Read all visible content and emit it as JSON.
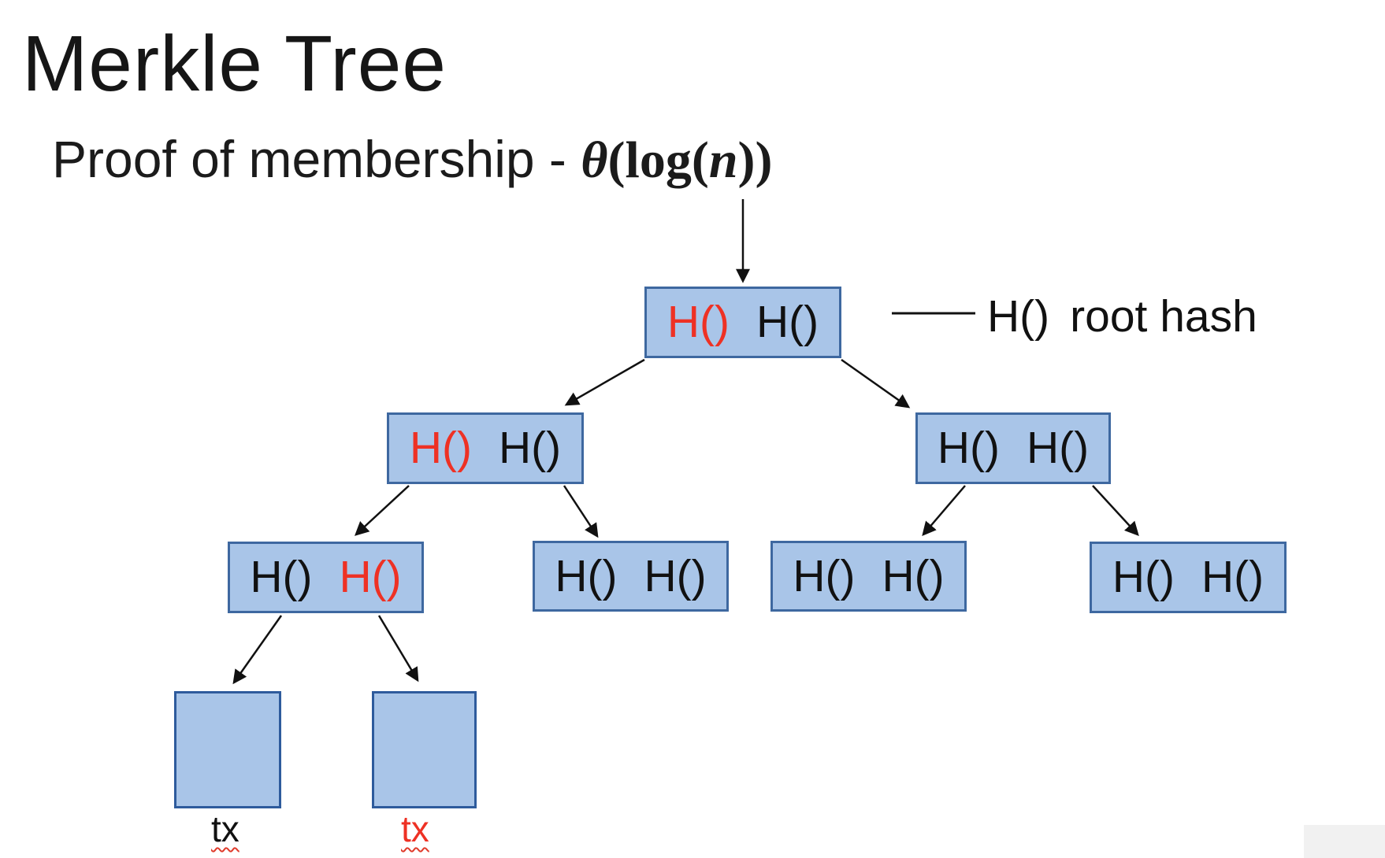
{
  "page": {
    "title": "Merkle Tree"
  },
  "subtitle": {
    "prefix": "Proof of membership  - ",
    "formula": {
      "theta": "θ",
      "mid": "(log(",
      "n": "n",
      "end": "))"
    }
  },
  "legend": {
    "hash_label": "H()",
    "text": "root hash"
  },
  "colors": {
    "node_fill": "#a9c5e8",
    "node_border": "#3e68a0",
    "leaf_border": "#2e5b9c",
    "highlight_red": "#ee3124",
    "text_black": "#111111",
    "background": "#ffffff"
  },
  "nodes": {
    "root": {
      "left": "H()",
      "right": "H()",
      "left_class": "htext red",
      "right_class": "htext black"
    },
    "l2_left": {
      "left": "H()",
      "right": "H()",
      "left_class": "htext red",
      "right_class": "htext black"
    },
    "l2_right": {
      "left": "H()",
      "right": "H()",
      "left_class": "htext black",
      "right_class": "htext black"
    },
    "l3_1": {
      "left": "H()",
      "right": "H()",
      "left_class": "htext black",
      "right_class": "htext red"
    },
    "l3_2": {
      "left": "H()",
      "right": "H()",
      "left_class": "htext black",
      "right_class": "htext black"
    },
    "l3_3": {
      "left": "H()",
      "right": "H()",
      "left_class": "htext black",
      "right_class": "htext black"
    },
    "l3_4": {
      "left": "H()",
      "right": "H()",
      "left_class": "htext black",
      "right_class": "htext black"
    }
  },
  "leaves": {
    "tx_left": {
      "label": "tx",
      "class": "tx tx-black"
    },
    "tx_right": {
      "label": "tx",
      "class": "tx tx-red"
    }
  }
}
